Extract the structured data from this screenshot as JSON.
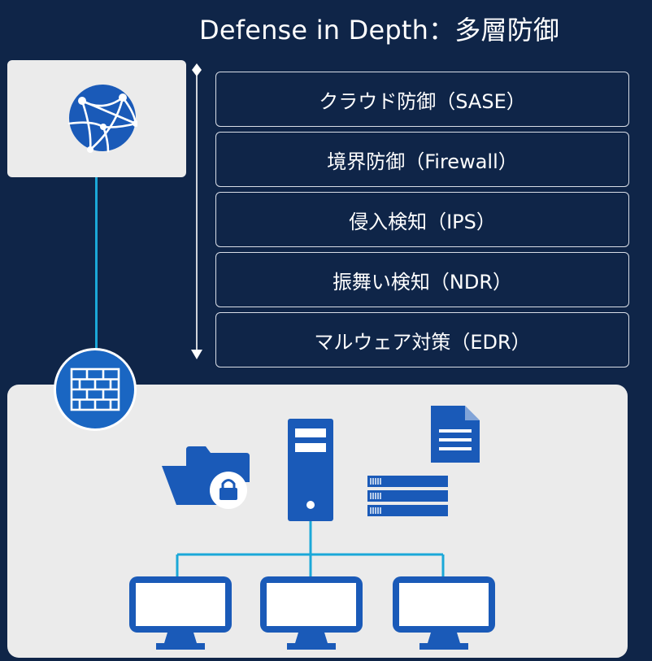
{
  "title": "Defense in Depth：多層防御",
  "layers": [
    {
      "label": "クラウド防御（SASE）"
    },
    {
      "label": "境界防御（Firewall）"
    },
    {
      "label": "侵入検知（IPS）"
    },
    {
      "label": "振舞い検知（NDR）"
    },
    {
      "label": "マルウェア対策（EDR）"
    }
  ],
  "colors": {
    "background": "#0f2548",
    "icon_blue": "#1a5ab8",
    "link_cyan": "#1ba8d8",
    "panel": "#ebebeb"
  },
  "icons": [
    "globe-icon",
    "firewall-icon",
    "locked-folder-icon",
    "server-tower-icon",
    "document-icon",
    "storage-rack-icon",
    "monitor-icon"
  ]
}
